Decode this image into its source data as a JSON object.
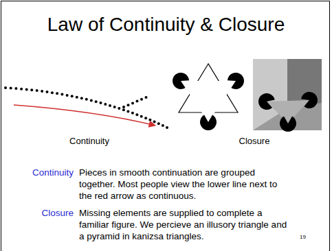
{
  "diagram": {
    "title": "Law of Continuity & Closure",
    "labels": [
      "Continuity",
      "Closure",
      "Continuity",
      "Pieces in smooth continuation are grouped together. Most people view the lower line next to the red arrow as continuous.",
      "Closure",
      "Missing elements are supplied to complete a familiar figure. We percieve an illusory triangle and a pyramid in kanizsa triangles.",
      "19"
    ]
  }
}
